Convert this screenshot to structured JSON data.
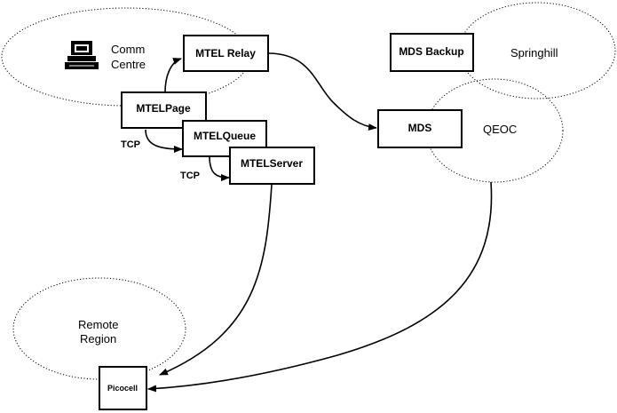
{
  "regions": {
    "comm_centre": [
      "Comm",
      "Centre"
    ],
    "springhill": "Springhill",
    "qeoc": "QEOC",
    "remote_region": [
      "Remote",
      "Region"
    ]
  },
  "nodes": {
    "mtel_relay": "MTEL Relay",
    "mtel_page": "MTELPage",
    "mtel_queue": "MTELQueue",
    "mtel_server": "MTELServer",
    "mds_backup": "MDS Backup",
    "mds": "MDS",
    "picocell": "Picocell"
  },
  "edge_labels": {
    "tcp_1": "TCP",
    "tcp_2": "TCP"
  },
  "icons": {
    "computer": "computer-icon"
  }
}
